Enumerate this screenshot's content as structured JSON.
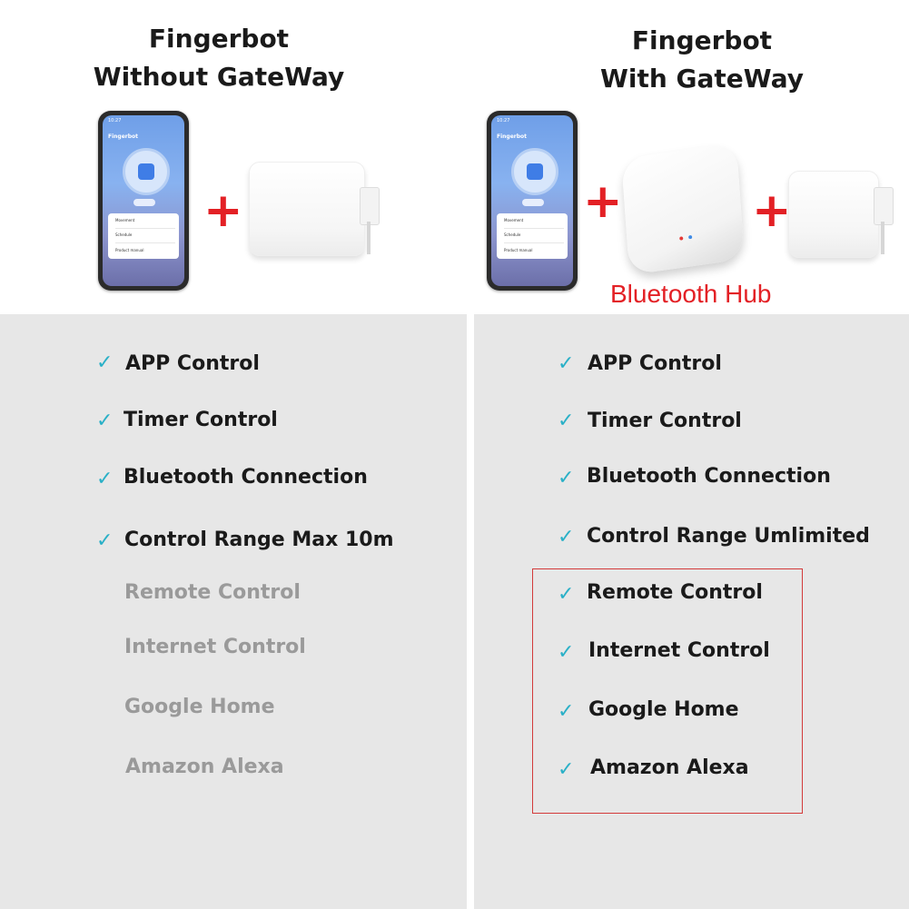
{
  "left": {
    "title_line1": "Fingerbot",
    "title_line2": "Without GateWay",
    "features": [
      {
        "label": "APP Control",
        "available": true
      },
      {
        "label": "Timer Control",
        "available": true
      },
      {
        "label": "Bluetooth Connection",
        "available": true
      },
      {
        "label": "Control Range Max 10m",
        "available": true
      },
      {
        "label": "Remote Control",
        "available": false
      },
      {
        "label": "Internet Control",
        "available": false
      },
      {
        "label": "Google Home",
        "available": false
      },
      {
        "label": "Amazon Alexa",
        "available": false
      }
    ]
  },
  "right": {
    "title_line1": "Fingerbot",
    "title_line2": "With GateWay",
    "hub_label": "Bluetooth Hub",
    "features": [
      {
        "label": "APP Control",
        "available": true
      },
      {
        "label": "Timer Control",
        "available": true
      },
      {
        "label": "Bluetooth Connection",
        "available": true
      },
      {
        "label": "Control Range Umlimited",
        "available": true
      },
      {
        "label": "Remote Control",
        "available": true
      },
      {
        "label": "Internet Control",
        "available": true
      },
      {
        "label": "Google Home",
        "available": true
      },
      {
        "label": "Amazon Alexa",
        "available": true
      }
    ]
  },
  "phone": {
    "app_title": "Fingerbot",
    "status_time": "10:27",
    "rows": [
      "Movement",
      "Schedule",
      "Product manual"
    ]
  },
  "symbols": {
    "check": "✓",
    "plus": "+"
  },
  "colors": {
    "accent_red": "#e32025",
    "check_teal": "#2ab0c7",
    "panel_grey": "#e7e7e7",
    "dim_text": "#9a9a9a"
  }
}
